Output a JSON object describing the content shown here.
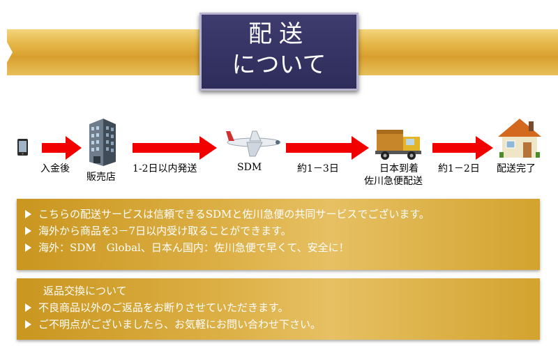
{
  "banner": {
    "title_line1": "配送",
    "title_line2": "について"
  },
  "flow": {
    "steps": [
      {
        "icon": "smartphone-icon",
        "label": "入金後"
      },
      {
        "icon": "office-building-icon",
        "label": "販売店"
      },
      {
        "icon": "airplane-icon",
        "label": "SDM"
      },
      {
        "icon": "delivery-truck-icon",
        "label_line1": "日本到着",
        "label_line2": "佐川急便配送"
      },
      {
        "icon": "house-icon",
        "label": "配送完了"
      }
    ],
    "durations": [
      "1-2日以内発送",
      "約1－3日",
      "約1－2日"
    ]
  },
  "info": {
    "lines": [
      "こちらの配送サービスは信頼できるSDMと佐川急便の共同サービスでございます。",
      "海外から商品を3－7日以内受け取ることができます。",
      "海外：SDM　Global、日本ん国内：佐川急便で早くて、安全に！"
    ]
  },
  "returns": {
    "title": "返品交換について",
    "lines": [
      "不良商品以外のご返品をお断りさせていただきます。",
      "ご不明点がございましたら、お気軽にお問い合わせ下さい。"
    ]
  },
  "colors": {
    "gold": "#ddb046",
    "navy": "#2e2c5a",
    "arrow_red": "#f20000"
  }
}
